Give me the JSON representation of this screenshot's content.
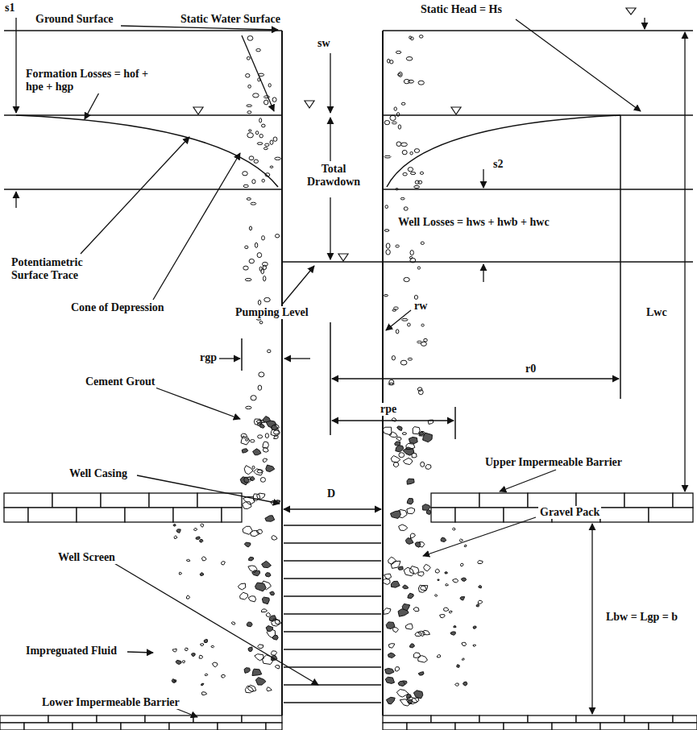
{
  "diagram": {
    "labels": [
      "s1",
      "Ground Surface",
      "Static Water Surface",
      "Static Head = Hs",
      "sw",
      "Formation Losses = hof + hpe + hgp",
      "Total Drawdown",
      "s2",
      "Well Losses = hws + hwb + hwc",
      "Potentiametric Surface Trace",
      "Cone of Depression",
      "Pumping Level",
      "rgp",
      "rw",
      "r0",
      "Lwc",
      "Cement Grout",
      "rpe",
      "Upper Impermeable Barrier",
      "Well Casing",
      "D",
      "Gravel Pack",
      "Well Screen",
      "Lbw = Lgp = b",
      "Impreguated Fluid",
      "Lower Impermeable Barrier"
    ]
  }
}
